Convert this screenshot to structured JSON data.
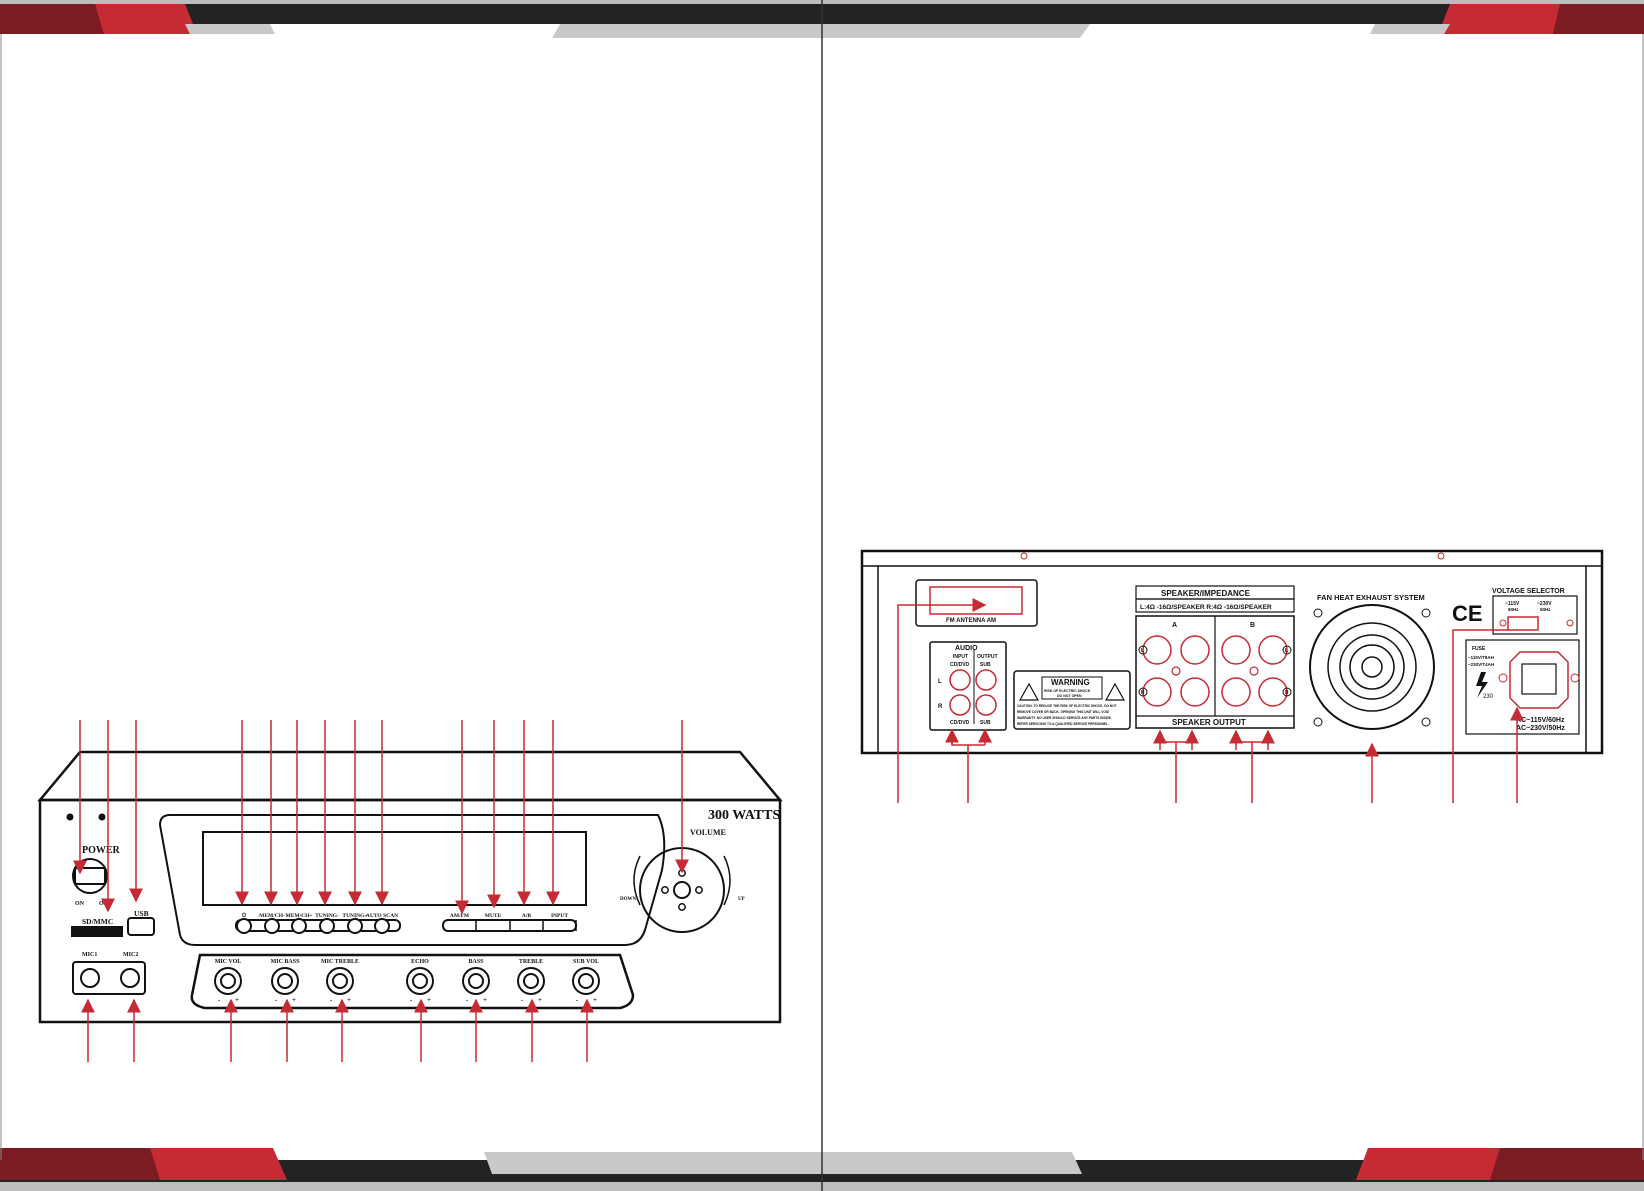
{
  "colors": {
    "accent": "#c62a32",
    "accent_dark": "#7b1b22",
    "band_dark": "#232323",
    "band_gray": "#c9c9c9",
    "line": "#111111"
  },
  "front_panel": {
    "power_label": "POWER",
    "on_label": "ON",
    "off_label": "OFF",
    "sdmmc_label": "SD/MMC",
    "usb_label": "USB",
    "mic1_label": "MIC1",
    "mic2_label": "MIC2",
    "watts_label": "300 WATTS",
    "volume_label": "VOLUME",
    "down_label": "DOWN",
    "up_label": "UP",
    "buttons_left": [
      "⏻",
      "MEM/CH-",
      "MEM/CH+",
      "TUNING-",
      "TUNING+",
      "AUTO SCAN"
    ],
    "buttons_right": [
      "AM/FM",
      "MUTE",
      "A/B",
      "INPUT"
    ],
    "knobs": [
      "MIC VOL",
      "MIC BASS",
      "MIC TREBLE",
      "ECHO",
      "BASS",
      "TREBLE",
      "SUB VOL"
    ],
    "minus": "-",
    "plus": "+"
  },
  "rear_panel": {
    "antenna_label": "FM  ANTENNA  AM",
    "audio_label": "AUDIO",
    "input_label": "INPUT",
    "output_label": "OUTPUT",
    "cddvd_label": "CD/DVD",
    "sub_label": "SUB",
    "l_label": "L",
    "r_label": "R",
    "warning_title": "WARNING",
    "warning_sub1": "RISK OF ELECTRIC SHOCK",
    "warning_sub2": "DO NOT OPEN",
    "warning_body": [
      "CAUTION: TO REDUCE THE RISK OF ELECTRIC SHOCK, DO NOT",
      "REMOVE COVER OR BACK. OPENING THIS UNIT WILL VOID",
      "WARRANTY. NO USER SHOULD SERVICE ANY PARTS INSIDE.",
      "REFER SERVICING TO A QUALIFIED SERVICE PERSONNEL."
    ],
    "speaker_impedance_title": "SPEAKER/IMPEDANCE",
    "speaker_impedance_values": "L:4Ω -16Ω/SPEAKER   R:4Ω -16Ω/SPEAKER",
    "group_a": "A",
    "group_b": "B",
    "speaker_output_label": "SPEAKER OUTPUT",
    "fan_label": "FAN HEAT EXHAUST SYSTEM",
    "ce_mark": "CE",
    "voltage_selector_label": "VOLTAGE SELECTOR",
    "v115": "~115V",
    "hz60": "60Hz",
    "v230": "~230V",
    "hz50": "50Hz",
    "fuse_label": "FUSE",
    "fuse_115": "~115V/T8AH",
    "fuse_230": "~230V/T4AH",
    "voltage_mark": "230",
    "ac_line1": "AC~115V/60Hz",
    "ac_line2": "AC~230V/50Hz"
  }
}
